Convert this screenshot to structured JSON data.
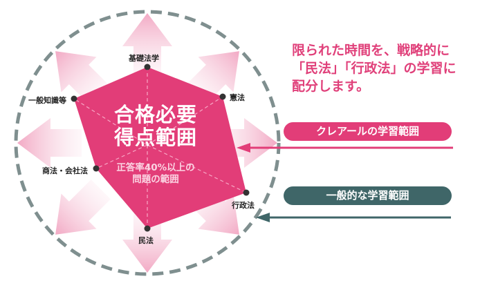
{
  "diagram": {
    "center_title": [
      "合格必要",
      "得点範囲"
    ],
    "center_subtitle": [
      "正答率40%以上の",
      "問題の範囲"
    ],
    "axes": [
      "基礎法学",
      "憲法",
      "行政法",
      "民法",
      "商法・会社法",
      "一般知識等"
    ]
  },
  "message": [
    "限られた時間を、戦略的に",
    "「民法」「行政法」の学習に",
    "配分します。"
  ],
  "legend": {
    "clear_label": "クレアールの学習範囲",
    "general_label": "一般的な学習範囲"
  },
  "colors": {
    "pink": "#e23d78",
    "teal": "#3f6668",
    "dash": "#7f8f8f"
  }
}
